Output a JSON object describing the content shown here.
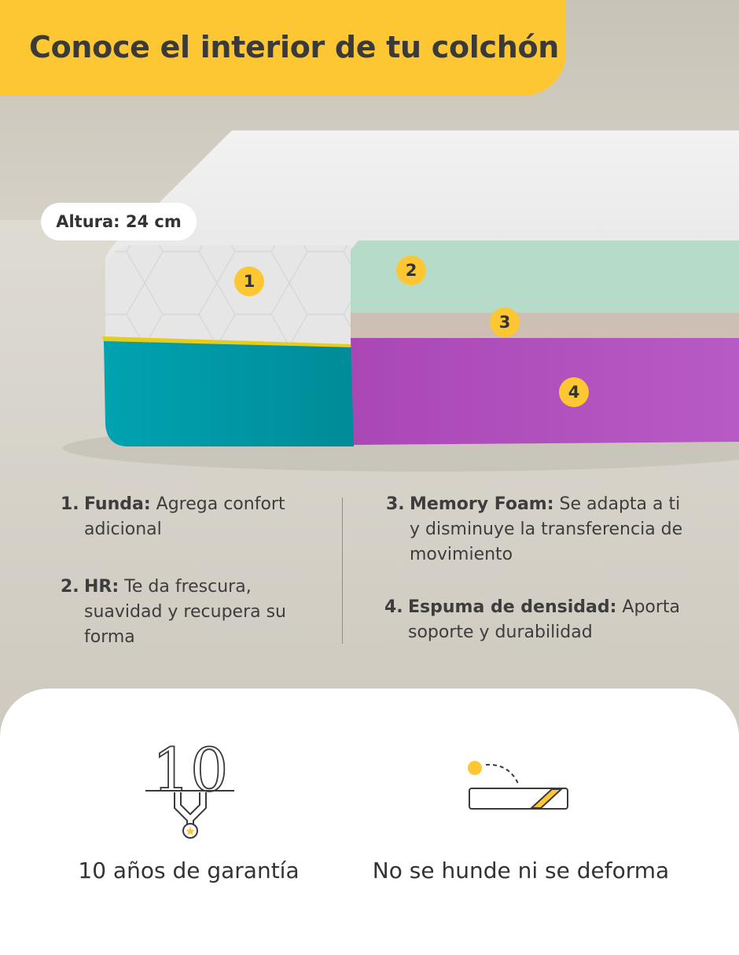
{
  "title": "Conoce el interior de tu colchón",
  "height_label": "Altura: 24 cm",
  "layers": [
    {
      "number": "1",
      "name": "Funda:",
      "desc": "Agrega confort adicional",
      "color": "#e9e9e9"
    },
    {
      "number": "2",
      "name": "HR:",
      "desc": "Te da frescura, suavidad y recupera su forma",
      "color": "#b6dbc9"
    },
    {
      "number": "3",
      "name": "Memory Foam:",
      "desc": "Se adapta a ti y disminuye la transferencia de movimiento",
      "color": "#cdbfb3"
    },
    {
      "number": "4",
      "name": "Espuma de densidad:",
      "desc": "Aporta soporte y durabilidad",
      "color": "#b24fbf"
    }
  ],
  "descriptions": [
    {
      "num": "1.",
      "name": "Funda:",
      "text": "Agrega confort adicional"
    },
    {
      "num": "2.",
      "name": "HR:",
      "text": "Te da frescura, suavidad y recupera su forma"
    },
    {
      "num": "3.",
      "name": "Memory Foam:",
      "text": "Se adapta a ti y disminuye la transferencia de movimiento"
    },
    {
      "num": "4.",
      "name": "Espuma de densidad:",
      "text": "Aporta soporte y durabilidad"
    }
  ],
  "features": [
    {
      "icon": "warranty-medal-icon",
      "number": "10",
      "label": "10 años de garantía"
    },
    {
      "icon": "no-sag-mattress-icon",
      "label": "No se hunde ni se deforma"
    }
  ],
  "colors": {
    "accent": "#fcc733",
    "teal_base": "#0098a6",
    "background": "#cfcbc0",
    "text": "#3a3a3a"
  }
}
